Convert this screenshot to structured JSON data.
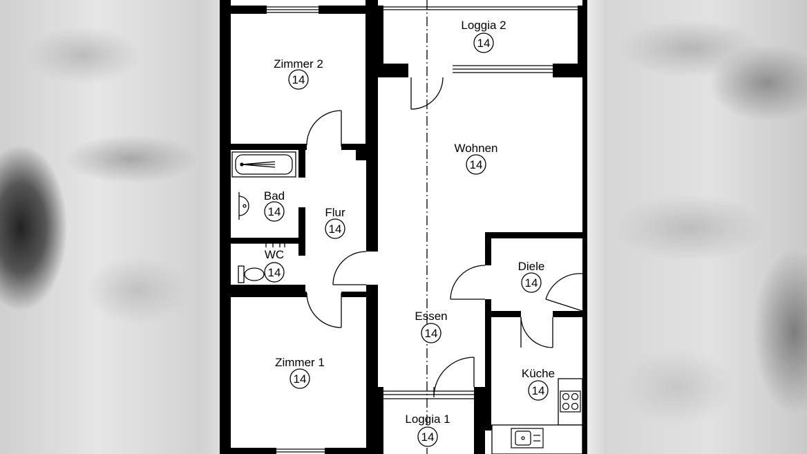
{
  "rooms": [
    {
      "name": "Zimmer 2",
      "badge": "14"
    },
    {
      "name": "Loggia 2",
      "badge": "14"
    },
    {
      "name": "Wohnen",
      "badge": "14"
    },
    {
      "name": "Bad",
      "badge": "14"
    },
    {
      "name": "Flur",
      "badge": "14"
    },
    {
      "name": "WC",
      "badge": "14"
    },
    {
      "name": "Diele",
      "badge": "14"
    },
    {
      "name": "Essen",
      "badge": "14"
    },
    {
      "name": "Zimmer 1",
      "badge": "14"
    },
    {
      "name": "Küche",
      "badge": "14"
    },
    {
      "name": "Loggia 1",
      "badge": "14"
    }
  ]
}
